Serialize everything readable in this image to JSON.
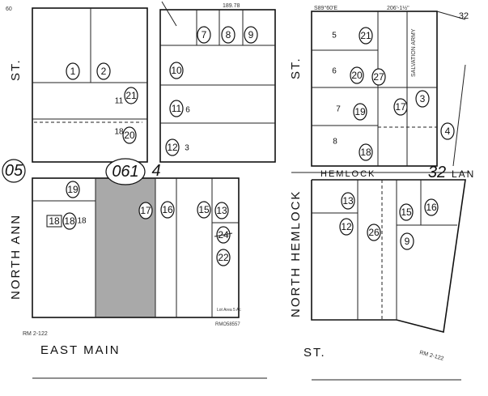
{
  "map": {
    "book_page": "061",
    "page_suffix": "4",
    "adjacent_page": "05",
    "highlight_color": "#9a9a9a",
    "streets": {
      "north_ann": "NORTH ANN",
      "north_hemlock": "NORTH HEMLOCK",
      "east_main": "EAST MAIN",
      "east_main_st": "ST.",
      "hemlock": "HEMLOCK",
      "lane": "LAN",
      "st_left": "ST.",
      "st_mid": "ST."
    },
    "block_numbers": {
      "top_right": "32",
      "hemlock": "32"
    },
    "notes": {
      "rm_left": "RM 2-122",
      "rm_right": "RM 2-122",
      "salvation": "SALVATION ARMY",
      "bearing": "S89°60'E",
      "distance": "206'-1½\"",
      "dim_189": "189.78",
      "lot_area": "Lot Area 5 Ac",
      "stamp": "RMO58557",
      "dim_60": "60"
    },
    "parcels": [
      "1",
      "2",
      "21",
      "20",
      "7",
      "8",
      "9",
      "10",
      "11",
      "12",
      "19",
      "18",
      "17",
      "16",
      "15",
      "13",
      "22",
      "24",
      "21",
      "20",
      "27",
      "19",
      "17",
      "3",
      "4",
      "18",
      "13",
      "12",
      "26",
      "15",
      "16",
      "9"
    ],
    "lot_numbers": [
      "5",
      "6",
      "7",
      "8",
      "18",
      "11",
      "18",
      "6",
      "3"
    ],
    "boxed_parcel": "18"
  }
}
